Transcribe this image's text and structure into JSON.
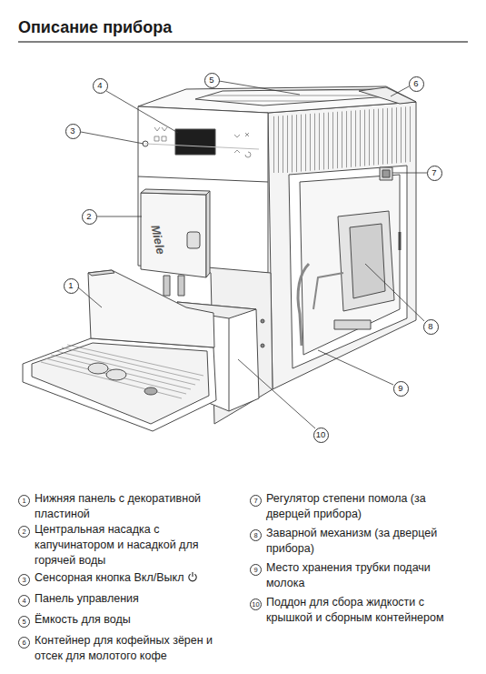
{
  "diagram": {
    "title": "Описание прибора",
    "labels": [
      "1",
      "2",
      "3",
      "4",
      "5",
      "6",
      "7",
      "8",
      "9",
      "10",
      "Miele",
      "1",
      "Нижняя панель с декоративной пластиной",
      "2",
      "Центральная насадка с капучинатором и насадкой для горячей воды",
      "3",
      "Сенсорная кнопка Вкл/Выкл",
      "4",
      "Панель управления",
      "5",
      "Ёмкость для воды",
      "6",
      "Контейнер для кофейных зёрен и отсек для молотого кофе",
      "7",
      "Регулятор степени помола (за дверцей прибора)",
      "8",
      "Заварной механизм (за дверцей прибора)",
      "9",
      "Место хранения трубки подачи молока",
      "10",
      "Поддон для сбора жидкости с крышкой и сборным контейнером"
    ]
  }
}
